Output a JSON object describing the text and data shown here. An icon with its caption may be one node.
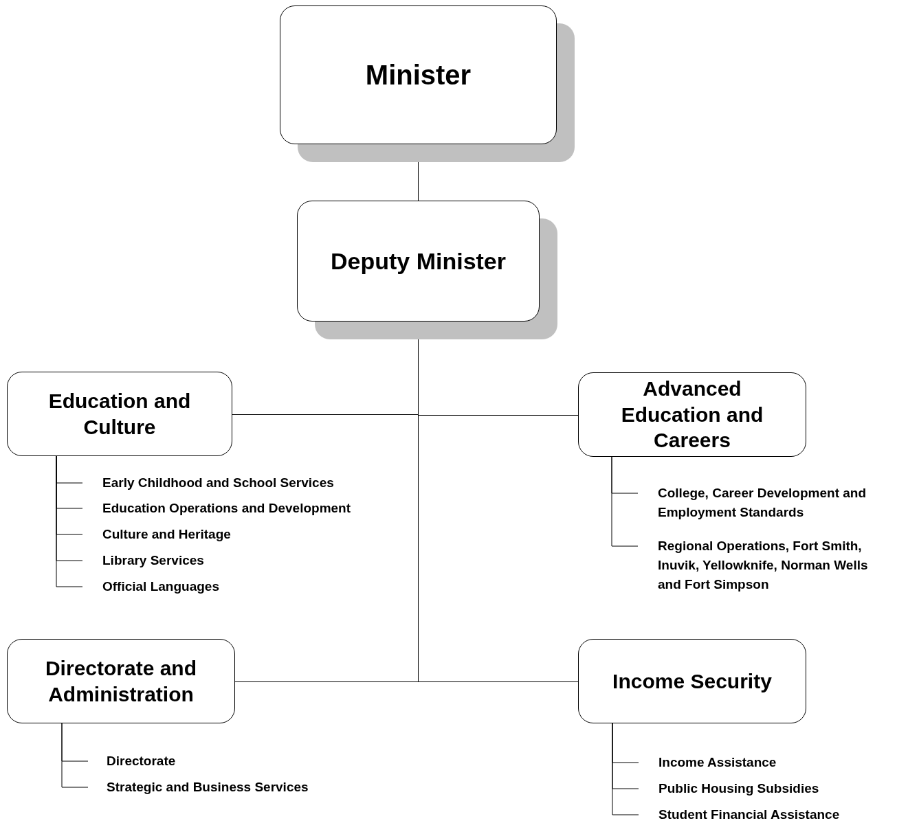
{
  "diagram": {
    "nodes": [
      {
        "text": [
          "Minister"
        ]
      },
      {
        "text": [
          "Deputy Minister"
        ]
      },
      {
        "text": [
          "Education and Culture"
        ]
      },
      {
        "text": [
          "Advanced Education and Careers"
        ]
      },
      {
        "text": [
          "Directorate and Administration"
        ]
      },
      {
        "text": [
          "Income Security"
        ]
      },
      {
        "text": [
          "Early Childhood and School Services"
        ]
      },
      {
        "text": [
          "Education Operations and Development"
        ]
      },
      {
        "text": [
          "Culture and Heritage"
        ]
      },
      {
        "text": [
          "Library Services"
        ]
      },
      {
        "text": [
          "Official Languages"
        ]
      },
      {
        "text": [
          "College, Career Development and Employment Standards"
        ]
      },
      {
        "text": [
          "Regional Operations, Fort Smith, Inuvik, Yellowknife, Norman Wells and Fort Simpson"
        ]
      },
      {
        "text": [
          "Directorate"
        ]
      },
      {
        "text": [
          "Strategic and Business Services"
        ]
      },
      {
        "text": [
          "Income Assistance"
        ]
      },
      {
        "text": [
          "Public Housing Subsidies"
        ]
      },
      {
        "text": [
          "Student Financial Assistance"
        ]
      }
    ],
    "edges": [
      {
        "from": 0,
        "to": 1,
        "arrow": "none"
      },
      {
        "from": 1,
        "to": 2,
        "arrow": "none"
      },
      {
        "from": 1,
        "to": 3,
        "arrow": "none"
      },
      {
        "from": 1,
        "to": 4,
        "arrow": "none"
      },
      {
        "from": 1,
        "to": 5,
        "arrow": "none"
      },
      {
        "from": 2,
        "to": 6,
        "arrow": "none"
      },
      {
        "from": 2,
        "to": 7,
        "arrow": "none"
      },
      {
        "from": 2,
        "to": 8,
        "arrow": "none"
      },
      {
        "from": 2,
        "to": 9,
        "arrow": "none"
      },
      {
        "from": 2,
        "to": 10,
        "arrow": "none"
      },
      {
        "from": 3,
        "to": 11,
        "arrow": "none"
      },
      {
        "from": 3,
        "to": 12,
        "arrow": "none"
      },
      {
        "from": 4,
        "to": 13,
        "arrow": "none"
      },
      {
        "from": 4,
        "to": 14,
        "arrow": "none"
      },
      {
        "from": 5,
        "to": 15,
        "arrow": "none"
      },
      {
        "from": 5,
        "to": 16,
        "arrow": "none"
      },
      {
        "from": 5,
        "to": 17,
        "arrow": "none"
      }
    ]
  }
}
